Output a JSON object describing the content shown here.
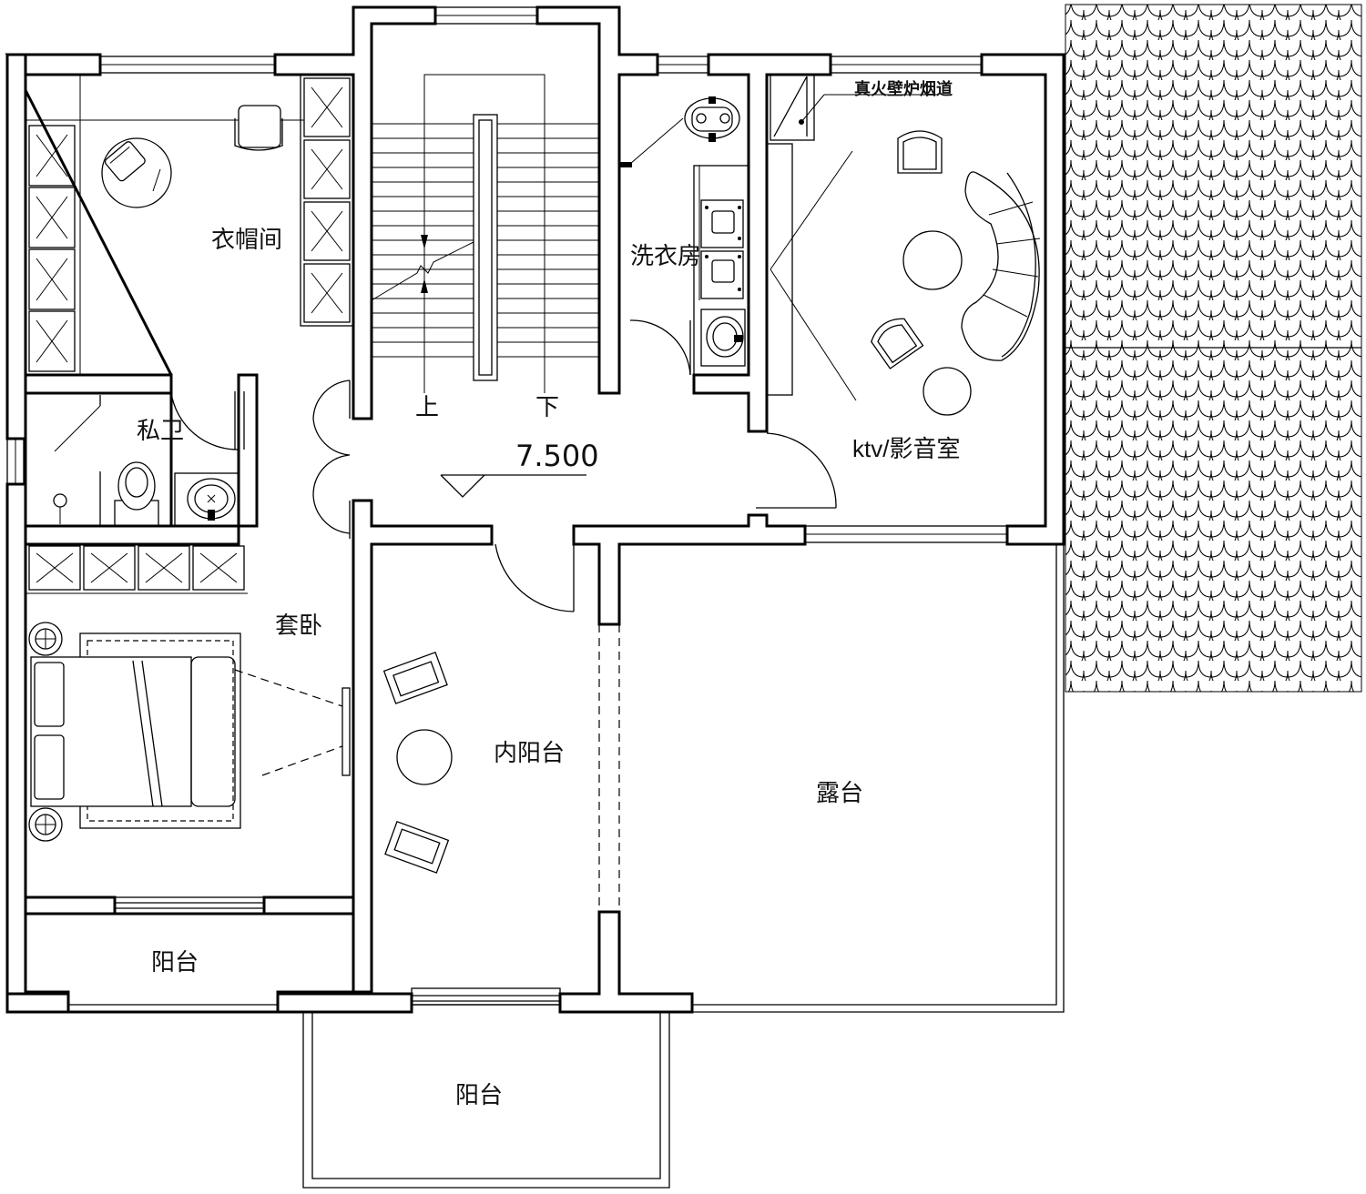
{
  "rooms": {
    "walk_in_closet": "衣帽间",
    "private_bath": "私卫",
    "suite_bedroom": "套卧",
    "laundry": "洗衣房",
    "ktv_room": "ktv/影音室",
    "inner_balcony": "内阳台",
    "terrace": "露台",
    "balcony_left": "阳台",
    "balcony_bottom": "阳台"
  },
  "annotations": {
    "fireplace_flue": "真火壁炉烟道",
    "stair_up": "上",
    "stair_down": "下",
    "floor_elevation": "7.500"
  }
}
